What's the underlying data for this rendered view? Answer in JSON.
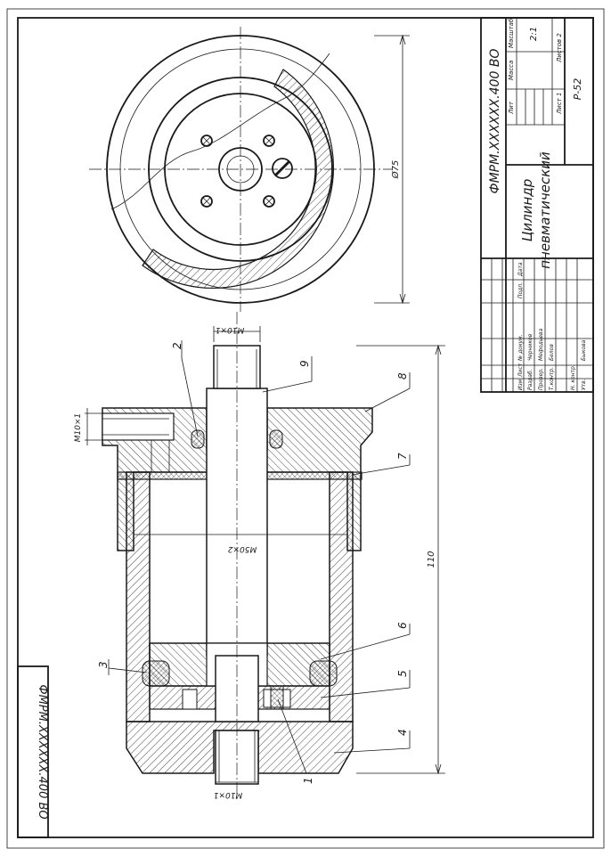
{
  "designation": "ФМРМ.ХХХХХХ.400 ВО",
  "designation_vertical": "ФМРМ.ХХХХХХ.400 ВО",
  "title_block": {
    "name_line1": "Цилиндр",
    "name_line2": "пневматический",
    "col_lit": "Лит",
    "col_mass": "Масса",
    "col_scale": "Масштаб",
    "scale_value": "2:1",
    "sheet": "Лист 1",
    "sheets": "Листов 2",
    "org": "Р-52",
    "hdr_izm": "Изм",
    "hdr_list": "Лист",
    "hdr_doc": "№ докум.",
    "hdr_sign": "Подп.",
    "hdr_date": "Дата",
    "r1_role": "Разраб.",
    "r1_name": "Черников",
    "r2_role": "Провер.",
    "r2_name": "Мефодьева",
    "r3_role": "Т.контр.",
    "r3_name": "Белов",
    "r4_role": "Н. контр.",
    "r4_name": "",
    "r5_role": "Утв.",
    "r5_name": "Быкова"
  },
  "dimensions": {
    "dia": "Ø75",
    "len": "110",
    "thread_big": "М50×2",
    "thread_rod_top": "М10×1",
    "thread_rod_bottom": "М10×1",
    "thread_port": "М10×1"
  },
  "callouts": [
    "1",
    "2",
    "3",
    "4",
    "5",
    "6",
    "7",
    "8",
    "9"
  ]
}
